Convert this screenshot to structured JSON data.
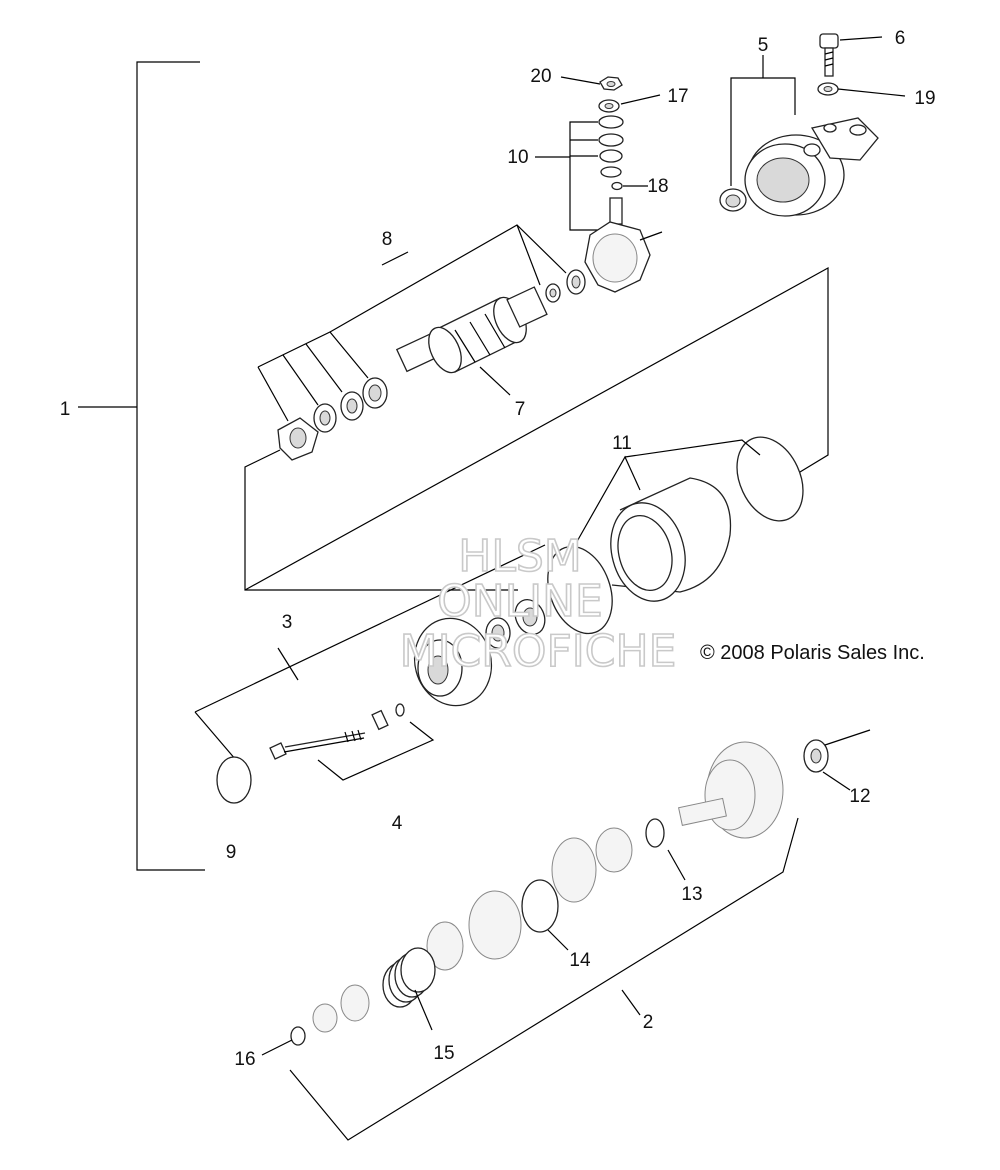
{
  "callouts": {
    "c1": "1",
    "c2": "2",
    "c3": "3",
    "c4": "4",
    "c5": "5",
    "c6": "6",
    "c7": "7",
    "c8": "8",
    "c9": "9",
    "c10": "10",
    "c11": "11",
    "c12": "12",
    "c13": "13",
    "c14": "14",
    "c15": "15",
    "c16": "16",
    "c17": "17",
    "c18": "18",
    "c19": "19",
    "c20": "20"
  },
  "watermark": {
    "line1": "HLSM",
    "line2": "ONLINE",
    "line3": "MICROFICHE"
  },
  "copyright": "© 2008 Polaris Sales Inc."
}
